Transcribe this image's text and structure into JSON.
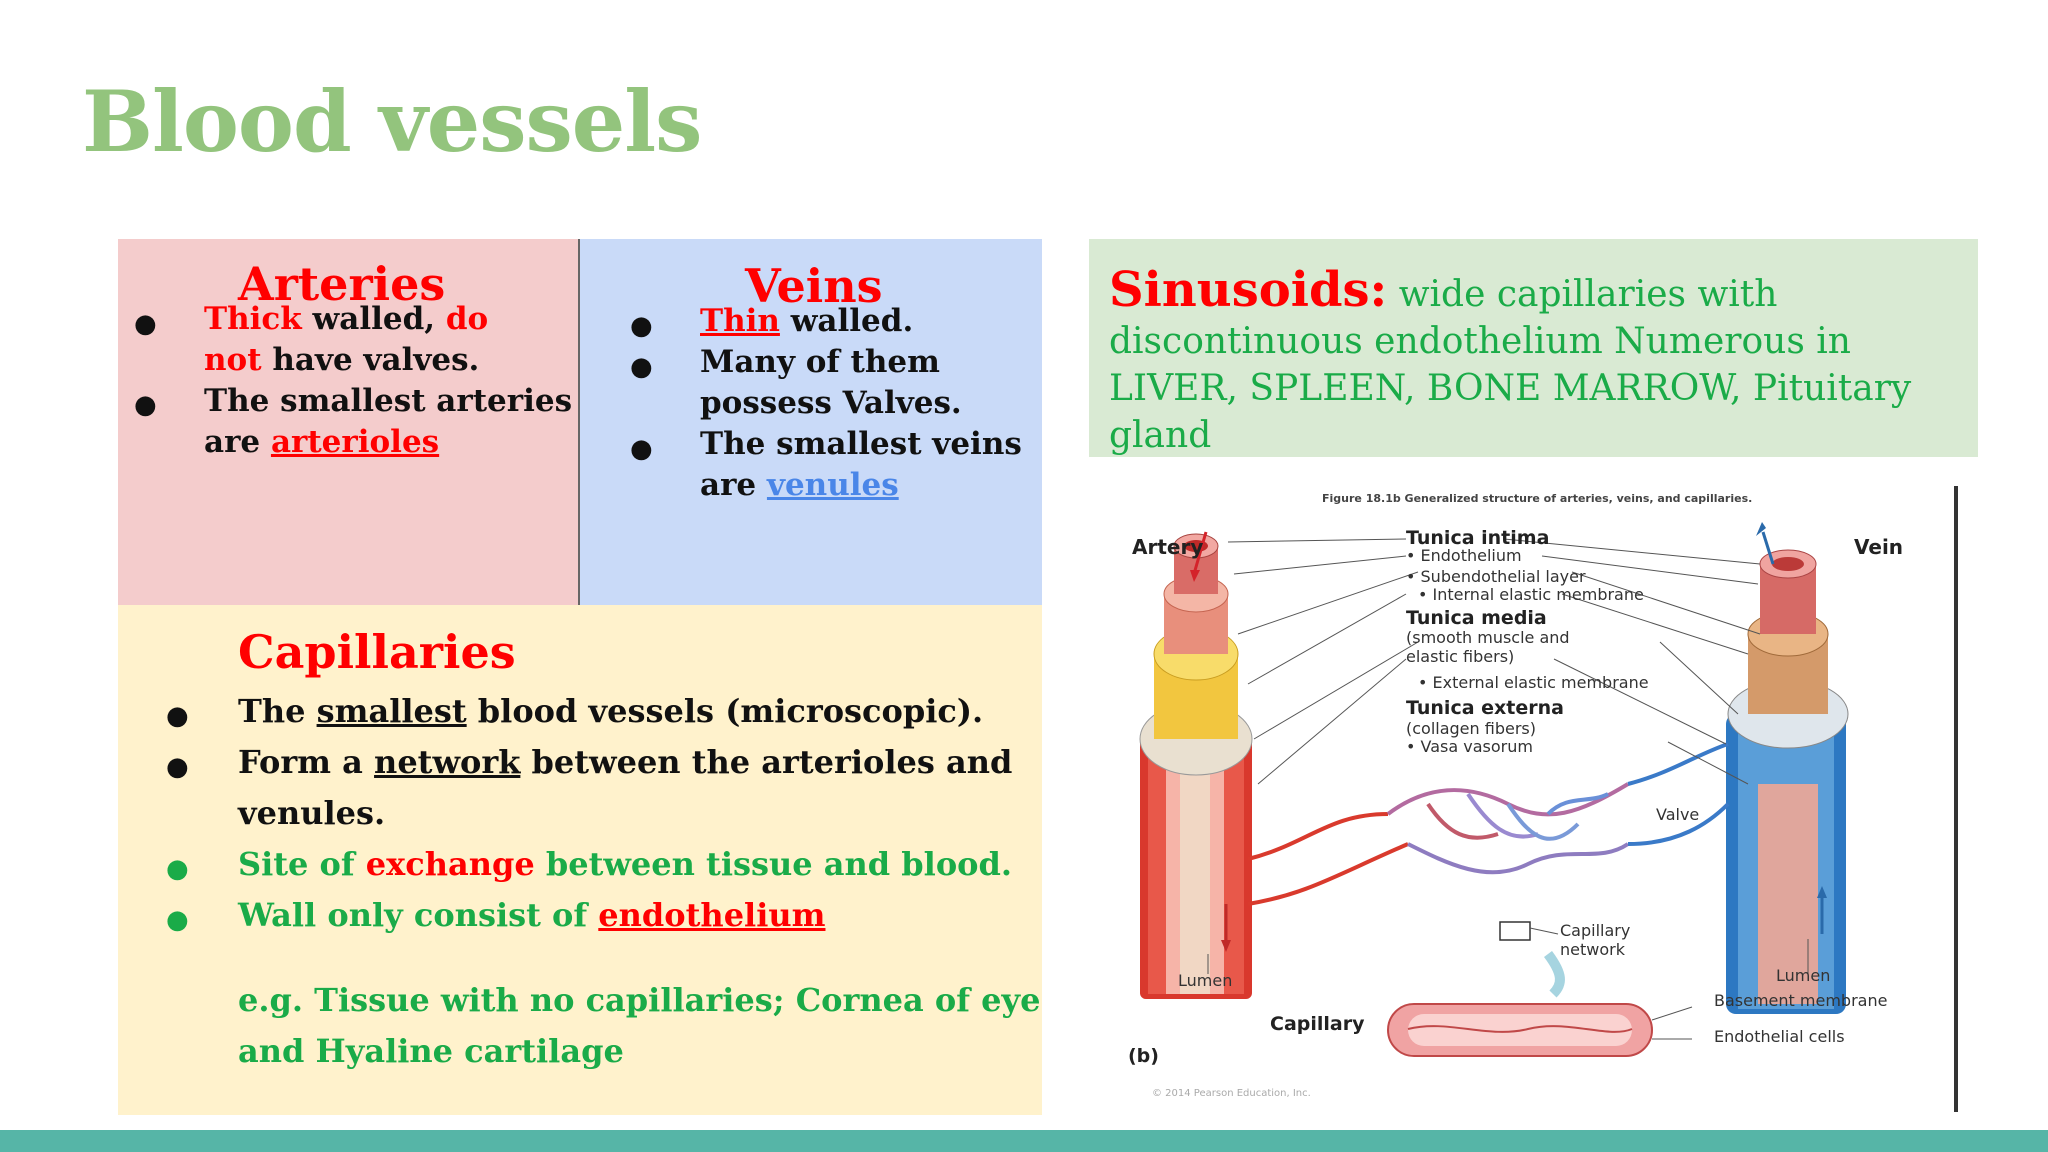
{
  "title": "Blood vessels",
  "arteries": {
    "title": "Arteries",
    "b1_thick": "Thick",
    "b1_walled": " walled, ",
    "b1_do": "do",
    "b1_not": "not",
    "b1_rest": " have valves.",
    "b2_l1": "The smallest arteries",
    "b2_are": "are ",
    "b2_term": "arterioles"
  },
  "veins": {
    "title": "Veins",
    "b1_thin": "Thin",
    "b1_rest": " walled.",
    "b2_l1": "Many of them",
    "b2_l2": "possess Valves.",
    "b3_l1": "The smallest veins",
    "b3_are": "are ",
    "b3_term": "venules"
  },
  "capillaries": {
    "title": "Capillaries",
    "b1_pre": "The ",
    "b1_term": "smallest",
    "b1_post": " blood vessels (microscopic).",
    "b2_pre": " Form a ",
    "b2_term": "network",
    "b2_post": " between the arterioles and",
    "b2_l2": "venules.",
    "b3_pre": "Site of ",
    "b3_term": "exchange",
    "b3_post": " between tissue and blood.",
    "b4_pre": "Wall only consist of ",
    "b4_term": "endothelium",
    "eg_l1": "e.g. Tissue with no capillaries; Cornea of eye",
    "eg_l2": "and  Hyaline cartilage"
  },
  "sinusoids": {
    "head": "Sinusoids:",
    "text": "  wide capillaries with discontinuous endothelium  Numerous in LIVER, SPLEEN, BONE MARROW, Pituitary gland"
  },
  "figure": {
    "caption": "Figure 18.1b  Generalized structure of arteries, veins, and capillaries.",
    "artery": "Artery",
    "vein": "Vein",
    "tunica_intima": "Tunica intima",
    "endothelium": "• Endothelium",
    "subendothelial": "• Subendothelial layer",
    "internal_elastic": "• Internal elastic membrane",
    "tunica_media": "Tunica media",
    "media_desc1": "(smooth muscle and",
    "media_desc2": "elastic fibers)",
    "external_elastic": "• External elastic membrane",
    "tunica_externa": "Tunica externa",
    "externa_desc": "(collagen fibers)",
    "vasa": "• Vasa vasorum",
    "valve": "Valve",
    "capillary_network1": "Capillary",
    "capillary_network2": "network",
    "lumen_left": "Lumen",
    "lumen_right": "Lumen",
    "capillary": "Capillary",
    "basement": "Basement membrane",
    "endothelial_cells": "Endothelial cells",
    "panel": "(b)",
    "copyright": "© 2014 Pearson Education, Inc."
  }
}
